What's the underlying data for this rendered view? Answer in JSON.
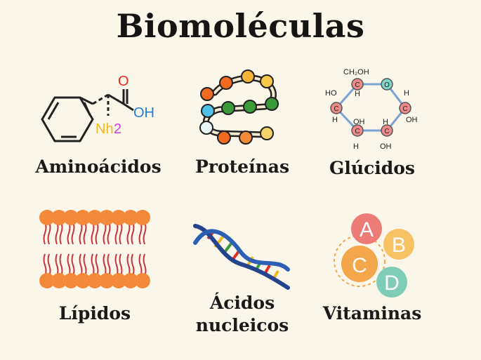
{
  "title": "Biomoléculas",
  "items": [
    {
      "label": "Aminoácidos"
    },
    {
      "label": "Proteínas"
    },
    {
      "label": "Glúcidos"
    },
    {
      "label": "Lípidos"
    },
    {
      "label_line1": "Ácidos",
      "label_line2": "nucleicos"
    },
    {
      "label": "Vitaminas"
    }
  ],
  "amino": {
    "o": "O",
    "oh": "OH",
    "nh2_n": "Nh",
    "nh2_2": "2"
  },
  "glucose": {
    "ch2oh": "CH₂OH",
    "c": "C",
    "o": "O",
    "h": "H",
    "ho": "HO",
    "oh": "OH"
  },
  "vitamins": [
    "A",
    "B",
    "C",
    "D"
  ],
  "colors": {
    "amino_o": "#e8291c",
    "amino_h": "#1f7fe0",
    "amino_n": "#f2b61c",
    "amino_2": "#cf3bd6",
    "glucose_bond": "#7aa3d4",
    "glucose_c": "#ef8a8a",
    "glucose_o": "#7fd6c8",
    "lipid_head": "#f5893a",
    "lipid_tail": "#c9343b",
    "vit_a": "#ee7c76",
    "vit_b": "#f7c264",
    "vit_c": "#f4a64a",
    "vit_d": "#7fcdb6"
  }
}
